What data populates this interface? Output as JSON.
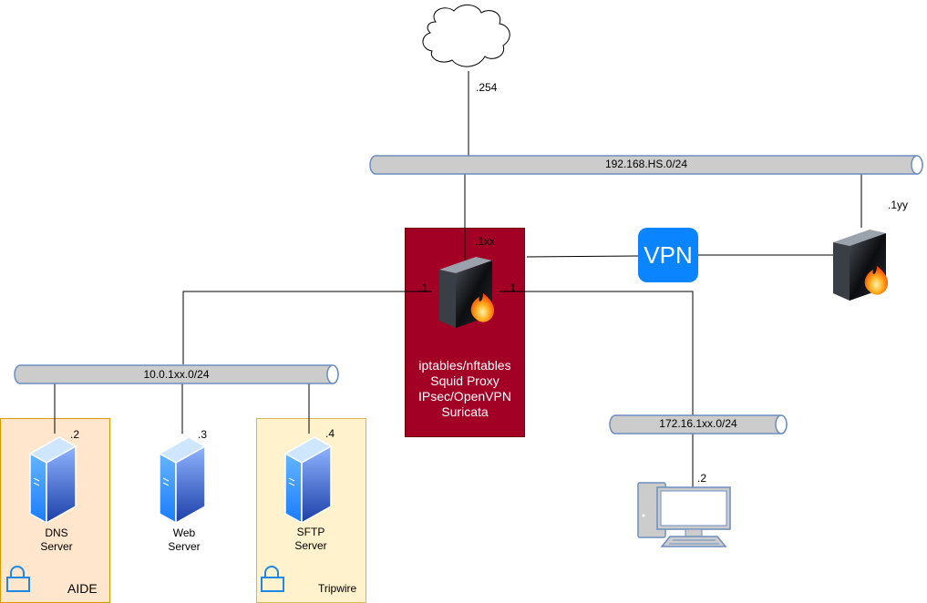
{
  "internet": {
    "icon": "cloud-icon",
    "address": ".254"
  },
  "networks": {
    "wan": {
      "label": "192.168.HS.0/24"
    },
    "lan": {
      "label": "10.0.1xx.0/24"
    },
    "client_net": {
      "label": "172.16.1xx.0/24"
    }
  },
  "main_firewall": {
    "icon": "firewall-icon",
    "wan_address": ".1xx",
    "lan_address": ".1",
    "client_address": ".1",
    "services": [
      "iptables/nftables",
      "Squid Proxy",
      "IPsec/OpenVPN",
      "Suricata"
    ],
    "box_color": "#a20025"
  },
  "vpn": {
    "label": "VPN",
    "color": "#0a84ff"
  },
  "remote_firewall": {
    "icon": "firewall-icon",
    "address": ".1yy"
  },
  "servers": [
    {
      "name_line1": "DNS",
      "name_line2": "Server",
      "address": ".2",
      "zone": "AIDE"
    },
    {
      "name_line1": "Web",
      "name_line2": "Server",
      "address": ".3",
      "zone": ""
    },
    {
      "name_line1": "SFTP",
      "name_line2": "Server",
      "address": ".4",
      "zone": "Tripwire"
    }
  ],
  "zones": {
    "aide": {
      "label": "AIDE",
      "icon": "lock-icon",
      "color": "#ffe6cc"
    },
    "tripwire": {
      "label": "Tripwire",
      "icon": "lock-icon",
      "color": "#fff2cc"
    }
  },
  "client": {
    "icon": "desktop-computer-icon",
    "address": ".2"
  }
}
